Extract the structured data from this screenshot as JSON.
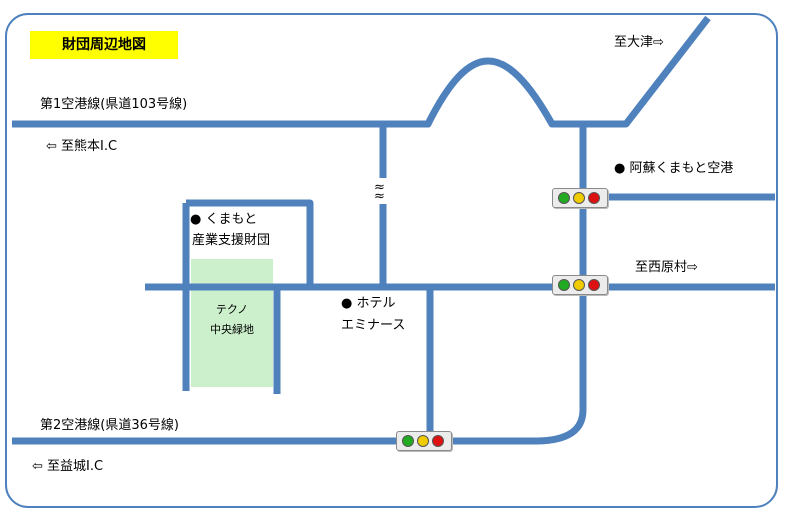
{
  "title": "財団周辺地図",
  "roads": {
    "airport_line_1": "第1空港線(県道103号線)",
    "airport_line_2": "第2空港線(県道36号線)"
  },
  "directions": {
    "otsu": "至大津⇨",
    "kumamoto_ic": "⇦ 至熊本I.C",
    "nishihara": "至西原村⇨",
    "mashiki_ic": "⇦ 至益城I.C"
  },
  "landmarks": {
    "airport": "● 阿蘇くまもと空港",
    "foundation_line1": "● くまもと",
    "foundation_line2": "産業支援財団",
    "hotel_line1": "● ホテル",
    "hotel_line2": "エミナース",
    "park_line1": "テクノ",
    "park_line2": "中央緑地"
  },
  "road_break_symbol": "≈",
  "colors": {
    "road": "#4f81bd",
    "frame": "#4f81bd",
    "title_background": "#ffff00",
    "park": "#ccf0cc",
    "signal_green": "#22aa22",
    "signal_yellow": "#eecc00",
    "signal_red": "#dd1111"
  }
}
